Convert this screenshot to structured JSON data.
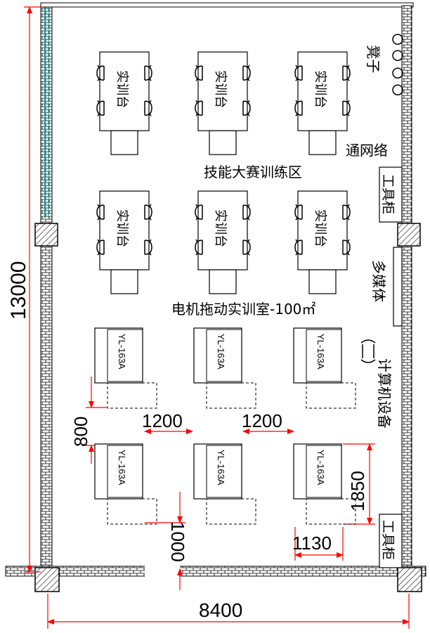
{
  "overall": {
    "height_dim": "13000",
    "width_dim": "8400"
  },
  "zones": {
    "competition": "技能大赛训练区",
    "motor_room": "电机拖动实训室-100㎡"
  },
  "walls": {
    "stools": "凳子",
    "network": "通网络",
    "tool_cabinet": "工具柜",
    "multimedia": "多媒体",
    "computer": "计算机设备"
  },
  "training_table_label": "实训台",
  "bench_label": "YL-163A",
  "dims": {
    "gap_left": "1200",
    "gap_right": "1200",
    "row_gap": "800",
    "bench_depth": "1850",
    "bench_width": "1130",
    "aisle": "1000"
  },
  "colors": {
    "line": "#000000",
    "dim": "#ff0000",
    "window": "#00a0a0"
  }
}
